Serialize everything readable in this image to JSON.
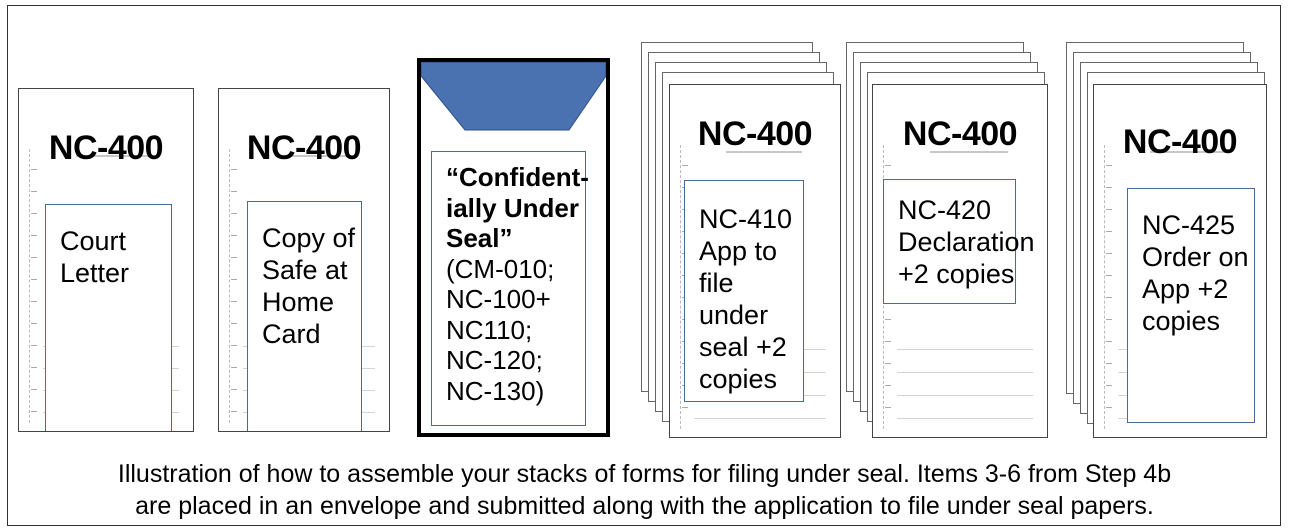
{
  "stacks": [
    {
      "header": "NC-400",
      "label": "Court\nLetter"
    },
    {
      "header": "NC-400",
      "label": "Copy of\nSafe at\nHome\nCard"
    },
    {
      "header": "NC-400",
      "label": "NC-410\nApp to\nfile under\nseal +2\ncopies"
    },
    {
      "header": "NC-400",
      "label": "NC-420\nDeclaration\n+2 copies"
    },
    {
      "header": "NC-400",
      "label": "NC-425\nOrder on\nApp +2\ncopies"
    }
  ],
  "envelope": {
    "flap_color": "#4a72b0",
    "title": "“Confident-\nially Under\nSeal”",
    "contents": "(CM-010;\nNC-100+\nNC110;\nNC-120;\nNC-130)"
  },
  "caption": {
    "line1": "Illustration of how to assemble your stacks of forms for filing under seal. Items 3-6 from Step 4b",
    "line2": "are placed in an envelope and submitted along with the application to file under seal papers."
  },
  "colors": {
    "inner_box_border": "#4a6b95"
  }
}
